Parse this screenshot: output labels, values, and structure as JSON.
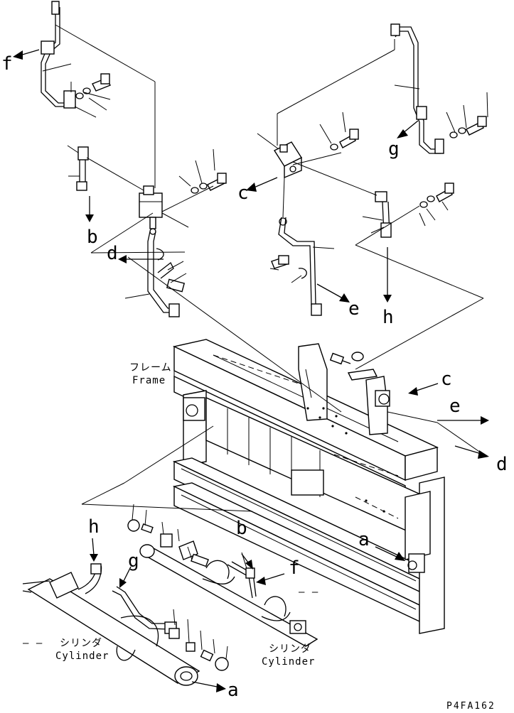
{
  "diagram": {
    "code": "P4FA162",
    "refs": {
      "a1": "a",
      "a2": "a",
      "b1": "b",
      "b2": "b",
      "c1": "c",
      "c2": "c",
      "d1": "d",
      "d2": "d",
      "e1": "e",
      "e2": "e",
      "f1": "f",
      "f2": "f",
      "g1": "g",
      "g2": "g",
      "h1": "h",
      "h2": "h"
    },
    "labels": {
      "frame_jp": "フレーム",
      "frame_en": "Frame",
      "cyl1_jp": "シリンダ",
      "cyl1_en": "Cylinder",
      "cyl2_jp": "シリンダ",
      "cyl2_en": "Cylinder",
      "dash1": "– –",
      "dash2": "– –",
      "dash3": "– –"
    }
  }
}
